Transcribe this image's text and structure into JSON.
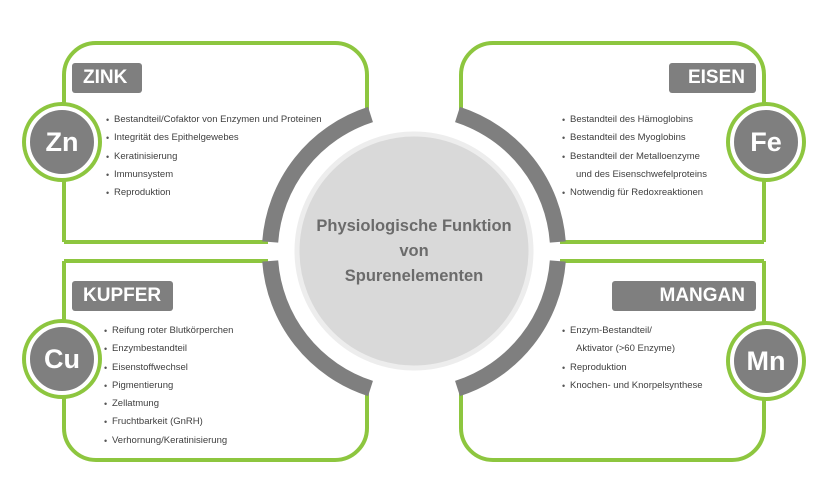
{
  "center": {
    "title_line1": "Physiologische Funktion",
    "title_line2": "von",
    "title_line3": "Spurenelementen"
  },
  "colors": {
    "accent": "#8dc63f",
    "gray": "#7f7f7f",
    "center_fill": "#d9d9d9",
    "text": "#404040"
  },
  "elements": {
    "zinc": {
      "name": "ZINK",
      "symbol": "Zn",
      "functions": [
        "Bestandteil/Cofaktor von Enzymen und Proteinen",
        "Integrität des Epithelgewebes",
        "Keratinisierung",
        "Immunsystem",
        "Reproduktion"
      ]
    },
    "iron": {
      "name": "EISEN",
      "symbol": "Fe",
      "functions": [
        "Bestandteil des Hämoglobins",
        "Bestandteil des Myoglobins",
        "Bestandteil der Metalloenzyme",
        "und des Eisenschwefelproteins",
        "Notwendig für Redoxreaktionen"
      ]
    },
    "copper": {
      "name": "KUPFER",
      "symbol": "Cu",
      "functions": [
        "Reifung roter Blutkörperchen",
        "Enzymbestandteil",
        "Eisenstoffwechsel",
        "Pigmentierung",
        "Zellatmung",
        "Fruchtbarkeit (GnRH)",
        "Verhornung/Keratinisierung"
      ]
    },
    "manganese": {
      "name": "MANGAN",
      "symbol": "Mn",
      "functions": [
        "Enzym-Bestandteil/",
        "Aktivator (>60 Enzyme)",
        "Reproduktion",
        "Knochen- und Knorpelsynthese"
      ]
    }
  }
}
